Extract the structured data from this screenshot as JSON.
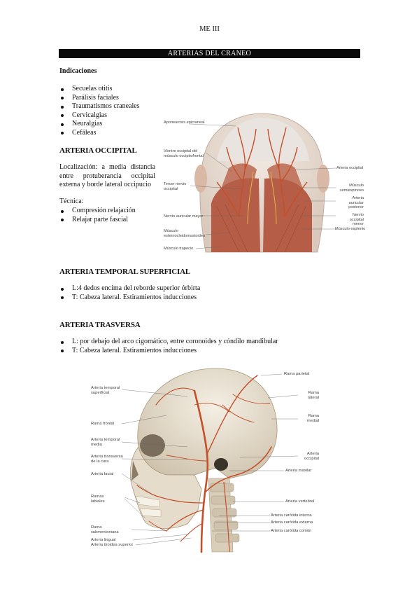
{
  "header": "ME III",
  "section_bar": "ARTERIAS DEL CRANEO",
  "indicaciones": {
    "title": "Indicaciones",
    "items": [
      "Secuelas otitis",
      "Parálisis faciales",
      "Traumatismos craneales",
      "Cervicalgias",
      "Neuralgias",
      "Cefáleas"
    ]
  },
  "occipital": {
    "title": "ARTERIA OCCIPITAL",
    "localizacion": "Localización: a media distancia entre protuberancia occipital externa y borde lateral occipucio",
    "tecnica_label": "Técnica:",
    "tecnica_items": [
      "Compresión relajación",
      "Relajar parte fascial"
    ]
  },
  "temporal": {
    "title": "ARTERIA TEMPORAL SUPERFICIAL",
    "items": [
      "L:4 dedos encima del reborde superior órbirta",
      "T: Cabeza lateral. Estiramientos inducciones"
    ]
  },
  "trasversa": {
    "title": "ARTERIA TRASVERSA",
    "items": [
      "L: por debajo del arco cigomático, entre coronoides y cóndilo mandibular",
      "T: Cabeza lateral. Estiramientos inducciones"
    ]
  },
  "fig1": {
    "labels_left": [
      "Aponeurosis epicraneal",
      "Vientre occipital del músculo occipitofrontal",
      "Tercer nervio occipital",
      "Nervio auricular mayor",
      "Músculo esternocleidomastoideo",
      "Músculo trapecio"
    ],
    "labels_right": [
      "Arteria occipital",
      "Músculo semiespinoso",
      "Arteria auricular posterior",
      "Nervio occipital menor",
      "Músculo esplenio"
    ]
  },
  "fig2": {
    "labels_left": [
      "Arteria temporal superficial",
      "Rama frontal",
      "Arteria temporal media",
      "Arteria transversa de la cara",
      "Arteria facial",
      "Ramas labiales",
      "Rama submentoniana",
      "Arteria lingual",
      "Arteria tiroidea superior"
    ],
    "labels_right": [
      "Rama parietal",
      "Rama lateral",
      "Rama medial",
      "Arteria occipital",
      "Arteria maxilar",
      "Arteria vertebral",
      "Arteria carótida interna",
      "Arteria carótida externa",
      "Arteria carótida común"
    ]
  },
  "colors": {
    "artery": "#c4502a",
    "bone": "#e8dfcf",
    "muscle": "#b4604a",
    "bar": "#0b0b0b"
  }
}
